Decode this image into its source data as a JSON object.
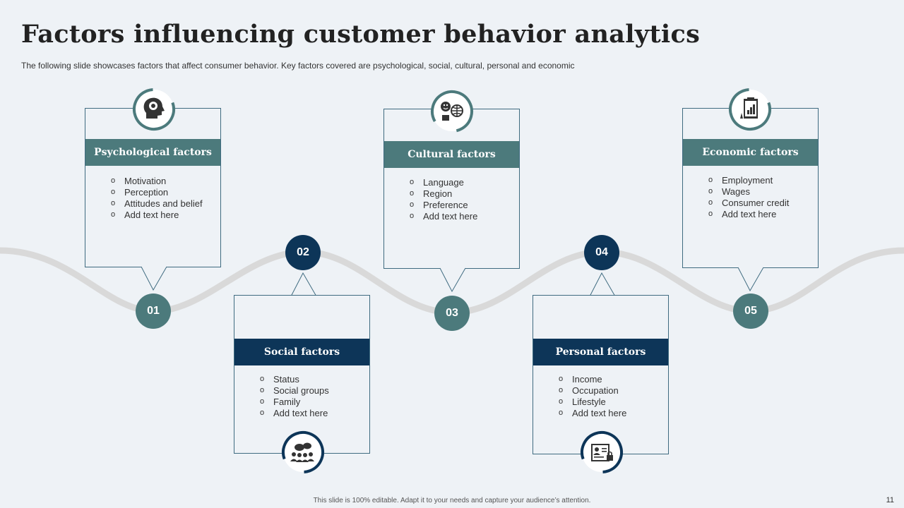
{
  "title": "Factors influencing customer behavior analytics",
  "subtitle": "The following slide showcases factors that affect consumer behavior. Key factors covered are psychological, social, cultural, personal and economic",
  "colors": {
    "teal": "#4c7a7c",
    "navy": "#0d3558",
    "wave": "#d9d9d9",
    "border": "#3f6b80"
  },
  "factors": [
    {
      "number": "01",
      "title": "Psychological  factors",
      "icon": "head-gear-icon",
      "items": [
        "Motivation",
        "Perception",
        "Attitudes and belief",
        "Add text here"
      ]
    },
    {
      "number": "02",
      "title": "Social factors",
      "icon": "people-chat-icon",
      "items": [
        "Status",
        "Social groups",
        "Family",
        "Add text here"
      ]
    },
    {
      "number": "03",
      "title": "Cultural  factors",
      "icon": "globe-emoji-icon",
      "items": [
        "Language",
        "Region",
        "Preference",
        "Add text here"
      ]
    },
    {
      "number": "04",
      "title": "Personal factors",
      "icon": "id-card-lock-icon",
      "items": [
        "Income",
        "Occupation",
        "Lifestyle",
        "Add text here"
      ]
    },
    {
      "number": "05",
      "title": "Economic  factors",
      "icon": "report-chart-icon",
      "items": [
        "Employment",
        "Wages",
        "Consumer credit",
        "Add text here"
      ]
    }
  ],
  "footer": "This slide is 100% editable.  Adapt it to your needs and capture your audience’s attention.",
  "page_number": "11"
}
